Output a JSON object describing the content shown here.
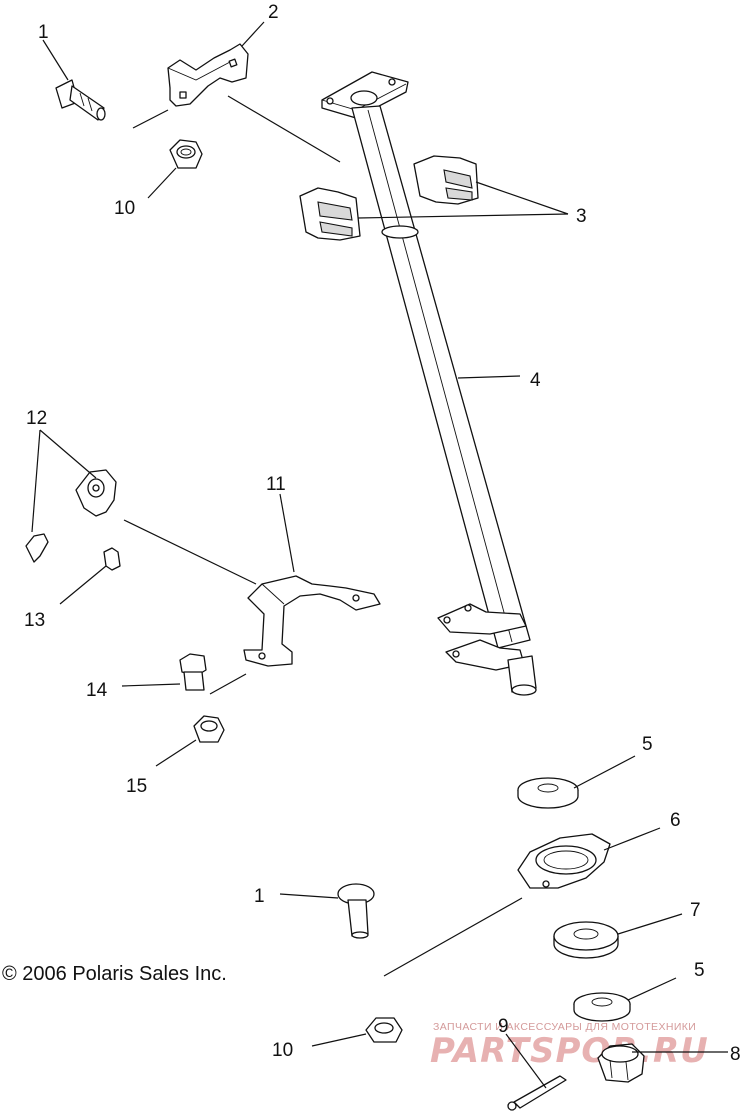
{
  "callouts": [
    {
      "id": "1a",
      "text": "1"
    },
    {
      "id": "2",
      "text": "2"
    },
    {
      "id": "10a",
      "text": "10"
    },
    {
      "id": "3",
      "text": "3"
    },
    {
      "id": "4",
      "text": "4"
    },
    {
      "id": "12",
      "text": "12"
    },
    {
      "id": "11",
      "text": "11"
    },
    {
      "id": "13",
      "text": "13"
    },
    {
      "id": "14",
      "text": "14"
    },
    {
      "id": "15",
      "text": "15"
    },
    {
      "id": "5a",
      "text": "5"
    },
    {
      "id": "6",
      "text": "6"
    },
    {
      "id": "1b",
      "text": "1"
    },
    {
      "id": "7",
      "text": "7"
    },
    {
      "id": "5b",
      "text": "5"
    },
    {
      "id": "9",
      "text": "9"
    },
    {
      "id": "10b",
      "text": "10"
    },
    {
      "id": "8",
      "text": "8"
    }
  ],
  "copyright": "© 2006 Polaris Sales Inc.",
  "watermark": {
    "tagline": "ЗАПЧАСТИ И АКСЕССУАРЫ ДЛЯ МОТОТЕХНИКИ",
    "brand": "PARTSPOR.RU"
  }
}
